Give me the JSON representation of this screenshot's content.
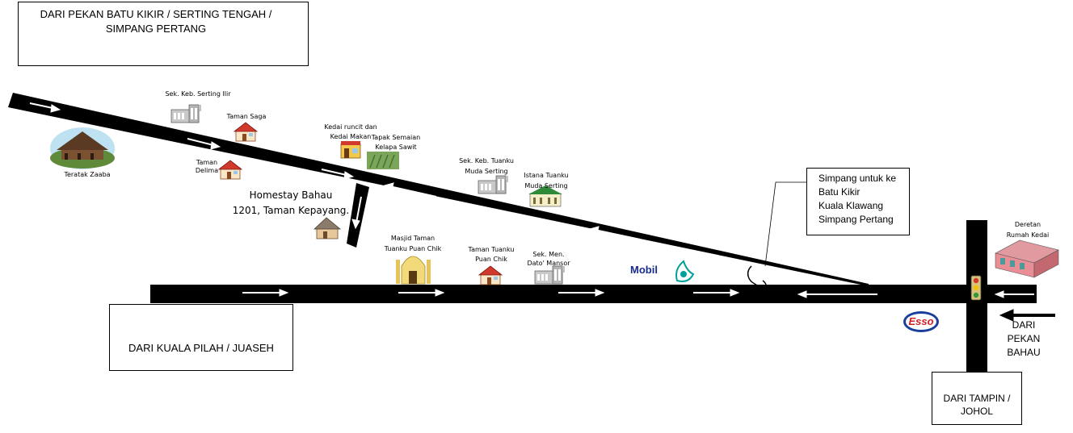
{
  "boxes": {
    "top_left": "DARI PEKAN BATU KIKIR / SERTING TENGAH / SIMPANG PERTANG",
    "bottom_left": "DARI KUALA PILAH / JUASEH",
    "right": "DARI PEKAN BAHAU",
    "bottom_right": "DARI TAMPIN / JOHOL"
  },
  "junction_note": [
    "Simpang untuk ke",
    "Batu Kikir",
    "Kuala Klawang",
    "Simpang Pertang"
  ],
  "homestay": [
    "Homestay Bahau",
    "1201, Taman Kepayang."
  ],
  "landmarks": {
    "teratak": "Teratak Zaaba",
    "sek_serting_ilir": "Sek. Keb. Serting Ilir",
    "taman_saga": "Taman Saga",
    "taman_delima": "Taman Delima",
    "kedai_runcit": [
      "Kedai runcit dan",
      "Kedai Makan"
    ],
    "tapak_semaian": [
      "Tapak Semaian",
      "Kelapa Sawit"
    ],
    "sek_tuanku_muda": [
      "Sek. Keb. Tuanku",
      "Muda Serting"
    ],
    "istana": [
      "Istana Tuanku",
      "Muda Serting"
    ],
    "masjid": [
      "Masjid Taman",
      "Tuanku Puan Chik"
    ],
    "taman_puan_chik": [
      "Taman Tuanku",
      "Puan Chik"
    ],
    "sek_men_dato": [
      "Sek. Men.",
      "Dato' Mansor"
    ],
    "deretan": [
      "Deretan",
      "Rumah Kedai"
    ]
  },
  "brands": {
    "mobil": "Mobil",
    "esso": "Esso"
  },
  "colors": {
    "road": "#000000",
    "arrow": "#ffffff",
    "roof": "#c0392b",
    "petronas": "#00a19a"
  },
  "icons": [
    "house-icon",
    "school-icon",
    "mosque-icon",
    "palace-icon",
    "shop-icon",
    "traffic-light-icon",
    "petronas-icon"
  ]
}
